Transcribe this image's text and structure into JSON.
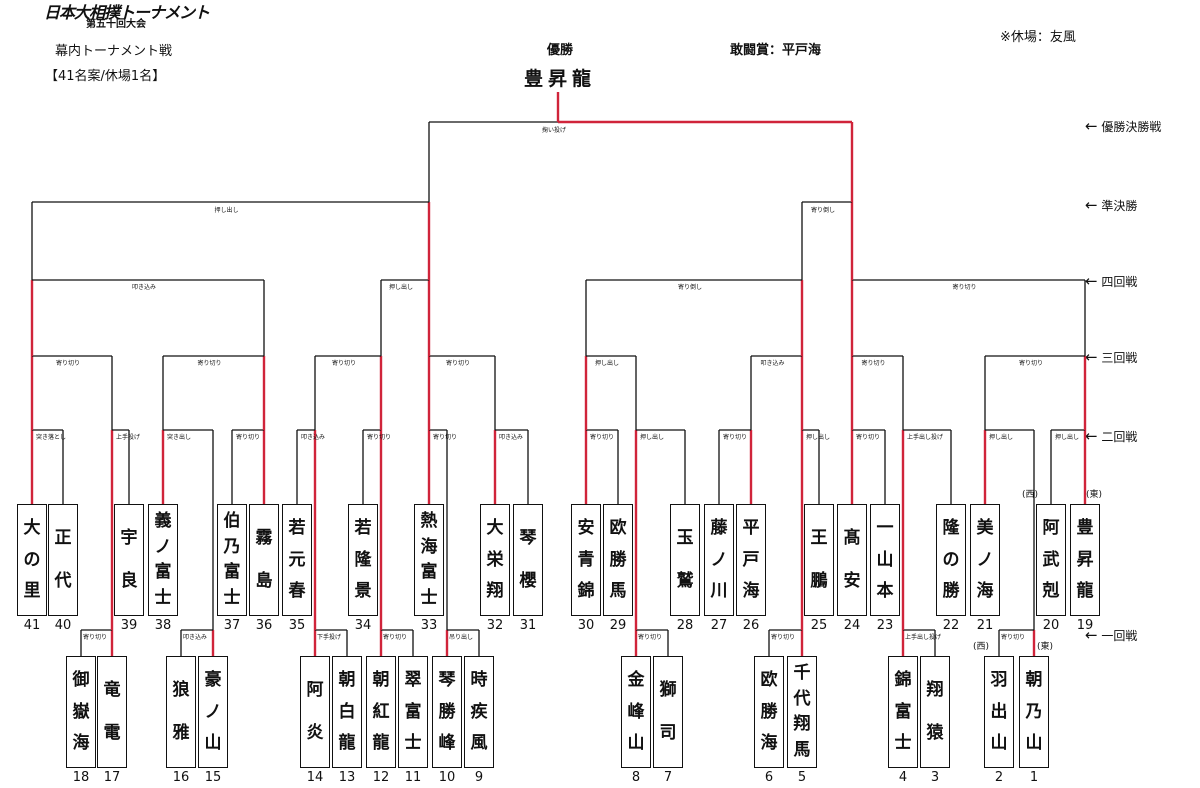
{
  "header": {
    "logo_line1": "日本大相撲トーナメント",
    "logo_line2": "第五十回大会",
    "subtitle": "幕内トーナメント戦",
    "note": "【41名案/休場1名】",
    "champion_label": "優勝",
    "champion_name": "豊昇龍",
    "fighting_spirit": "敢闘賞：平戸海",
    "absent": "※休場：友風"
  },
  "rounds": [
    {
      "label": "優勝決勝戦",
      "arrow": "←"
    },
    {
      "label": "準決勝",
      "arrow": "←"
    },
    {
      "label": "四回戦",
      "arrow": "←"
    },
    {
      "label": "三回戦",
      "arrow": "←"
    },
    {
      "label": "二回戦",
      "arrow": "←"
    },
    {
      "label": "一回戦",
      "arrow": "←"
    }
  ],
  "wrestlers": [
    {
      "no": "1",
      "name": "朝乃山"
    },
    {
      "no": "2",
      "name": "羽出山"
    },
    {
      "no": "3",
      "name": "翔猿"
    },
    {
      "no": "4",
      "name": "錦富士"
    },
    {
      "no": "5",
      "name": "千代翔馬"
    },
    {
      "no": "6",
      "name": "欧勝海"
    },
    {
      "no": "7",
      "name": "獅司"
    },
    {
      "no": "8",
      "name": "金峰山"
    },
    {
      "no": "9",
      "name": "時疾風"
    },
    {
      "no": "10",
      "name": "琴勝峰"
    },
    {
      "no": "11",
      "name": "翠富士"
    },
    {
      "no": "12",
      "name": "朝紅龍"
    },
    {
      "no": "13",
      "name": "朝白龍"
    },
    {
      "no": "14",
      "name": "阿炎"
    },
    {
      "no": "15",
      "name": "豪ノ山"
    },
    {
      "no": "16",
      "name": "狼雅"
    },
    {
      "no": "17",
      "name": "竜電"
    },
    {
      "no": "18",
      "name": "御嶽海"
    },
    {
      "no": "19",
      "name": "豊昇龍"
    },
    {
      "no": "20",
      "name": "阿武剋"
    },
    {
      "no": "21",
      "name": "美ノ海"
    },
    {
      "no": "22",
      "name": "隆の勝"
    },
    {
      "no": "23",
      "name": "一山本"
    },
    {
      "no": "24",
      "name": "髙安"
    },
    {
      "no": "25",
      "name": "王鵬"
    },
    {
      "no": "26",
      "name": "平戸海"
    },
    {
      "no": "27",
      "name": "藤ノ川"
    },
    {
      "no": "28",
      "name": "玉鷲"
    },
    {
      "no": "29",
      "name": "欧勝馬"
    },
    {
      "no": "30",
      "name": "安青錦"
    },
    {
      "no": "31",
      "name": "琴櫻"
    },
    {
      "no": "32",
      "name": "大栄翔"
    },
    {
      "no": "33",
      "name": "熱海富士"
    },
    {
      "no": "34",
      "name": "若隆景"
    },
    {
      "no": "35",
      "name": "若元春"
    },
    {
      "no": "36",
      "name": "霧島"
    },
    {
      "no": "37",
      "name": "伯乃富士"
    },
    {
      "no": "38",
      "name": "義ノ富士"
    },
    {
      "no": "39",
      "name": "宇良"
    },
    {
      "no": "40",
      "name": "正代"
    },
    {
      "no": "41",
      "name": "大の里"
    }
  ],
  "sides": {
    "west": "(西)",
    "east": "(東)"
  },
  "kimarite": {
    "final": "掬い投げ",
    "sf_left": "押し出し",
    "sf_right": "寄り倒し",
    "r4_1": "叩き込み",
    "r4_2": "押し出し",
    "r4_3": "寄り倒し",
    "r4_4": "寄り切り",
    "r3_1": "寄り切り",
    "r3_2": "寄り切り",
    "r3_3": "寄り切り",
    "r3_4": "寄り切り",
    "r3_5": "押し出し",
    "r3_6": "叩き込み",
    "r3_7": "寄り切り",
    "r3_8": "寄り切り",
    "r2_41_40": "突き落とし",
    "r2_17_39": "上手投げ",
    "r2_38_15": "突き出し",
    "r2_37_36": "寄り切り",
    "r2_35_13": "叩き込み",
    "r2_34_12": "寄り切り",
    "r2_33_10": "寄り切り",
    "r2_32_31": "叩き込み",
    "r2_30_29": "寄り切り",
    "r2_8_28": "押し出し",
    "r2_27_26": "寄り切り",
    "r2_5_25": "押し出し",
    "r2_24_23": "寄り切り",
    "r2_4_22": "上手出し投げ",
    "r2_21_1": "押し出し",
    "r2_20_19": "押し出し",
    "r1_18_17": "寄り切り",
    "r1_16_15": "叩き込み",
    "r1_14_13": "下手投げ",
    "r1_12_11": "寄り切り",
    "r1_10_9": "吊り出し",
    "r1_8_7": "寄り切り",
    "r1_6_5": "寄り切り",
    "r1_4_3": "上手出し投げ",
    "r1_2_1": "寄り切り"
  },
  "colors": {
    "win_line": "#d0243a",
    "line": "#111111"
  }
}
